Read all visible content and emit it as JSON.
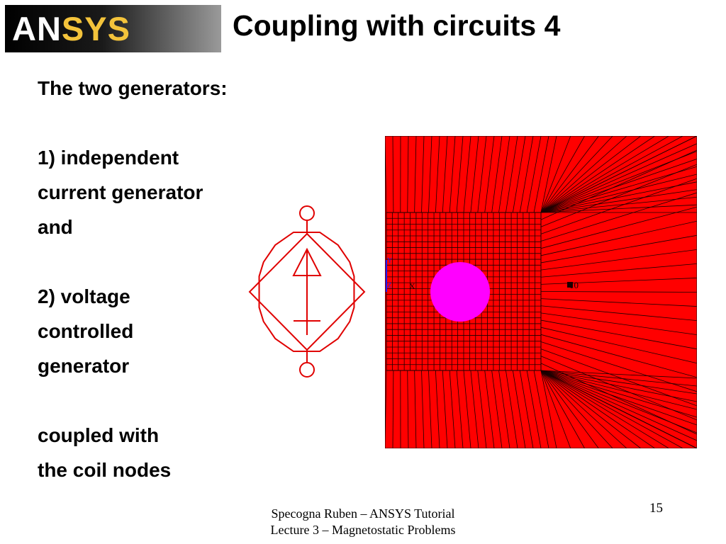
{
  "logo": {
    "text_part1": "AN",
    "text_part2": "SYS"
  },
  "slide": {
    "title": "Coupling with circuits 4",
    "body_lines": [
      "The two generators:",
      "",
      "1) independent",
      "current generator",
      "and",
      "",
      "2) voltage",
      "controlled",
      "generator",
      "",
      "coupled with",
      "the coil nodes"
    ]
  },
  "mesh_figure": {
    "axis_y_label": "Y",
    "axis_z_label": "Z",
    "axis_x_label": "X",
    "node_label": "10",
    "colors": {
      "region": "#ff0000",
      "coil": "#ff00ff",
      "mesh_lines": "#1a0000",
      "axis": "#1a1aff"
    }
  },
  "symbol": {
    "color": "#e00000"
  },
  "page_number": "15",
  "footer": {
    "line1": "Specogna Ruben – ANSYS Tutorial",
    "line2": "Lecture 3 – Magnetostatic Problems"
  }
}
